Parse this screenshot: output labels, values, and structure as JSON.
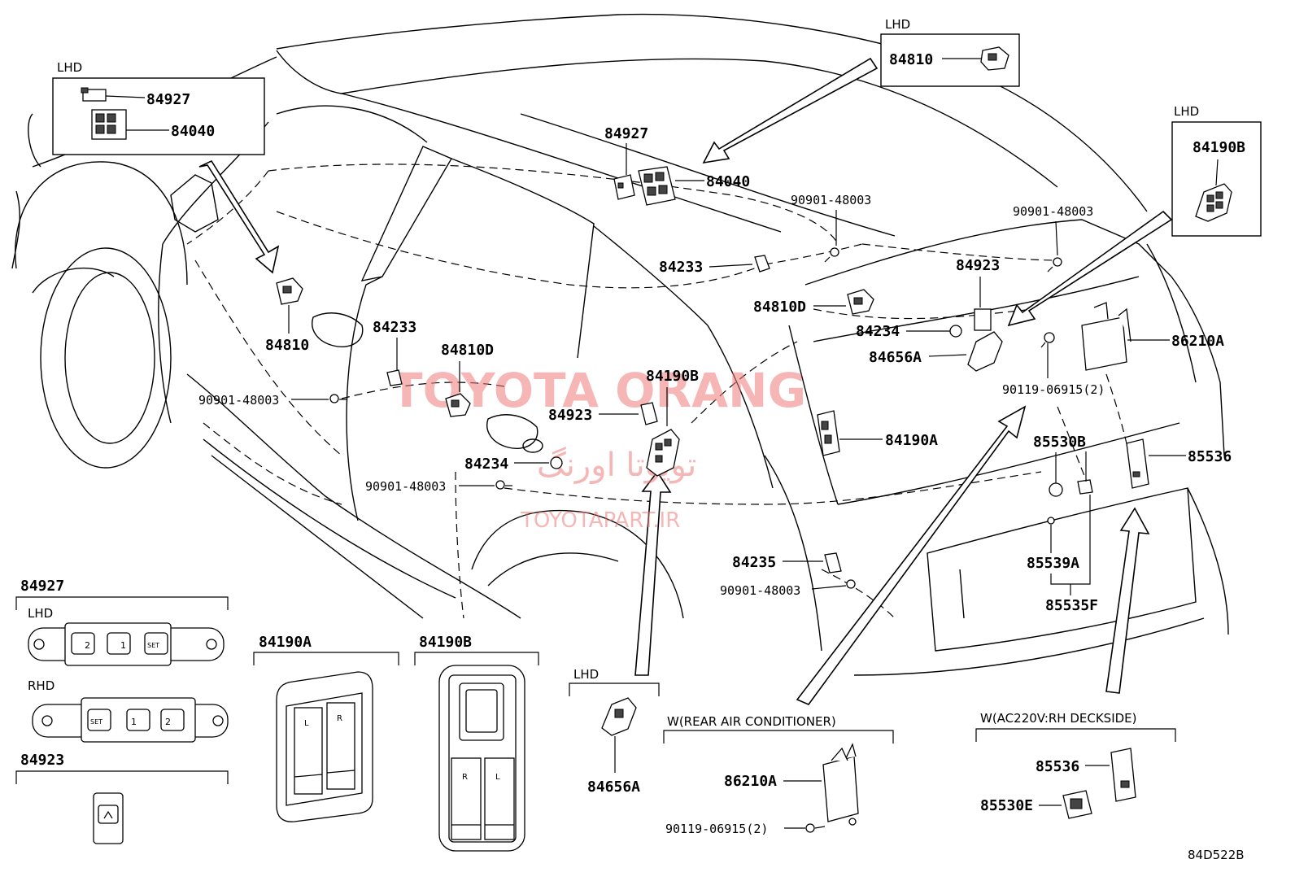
{
  "watermark": {
    "title": "TOYOTA ORANG",
    "persian": "تویوتا اورنگ",
    "site": "TOYOTAPART.IR"
  },
  "callouts": {
    "lhd_box_left": "LHD",
    "p84927_box": "84927",
    "p84040_box": "84040",
    "lhd_box_top": "LHD",
    "p84810_box": "84810",
    "lhd_box_right": "LHD",
    "p84190b_box": "84190B",
    "p84927_main": "84927",
    "p84040_main": "84040",
    "p90901_top": "90901-48003",
    "p90901_right": "90901-48003",
    "p84233_top": "84233",
    "p84923_right": "84923",
    "p84810d_right": "84810D",
    "p84234_right": "84234",
    "p84656a_right": "84656A",
    "p86210a_right": "86210A",
    "p90119_right": "90119-06915(2)",
    "p84810_left": "84810",
    "p84233_left": "84233",
    "p84810d_left": "84810D",
    "p84190b_mid": "84190B",
    "p90901_left": "90901-48003",
    "p84923_mid": "84923",
    "p84234_mid": "84234",
    "p90901_mid": "90901-48003",
    "p84190a_right": "84190A",
    "p85530b": "85530B",
    "p85536_right": "85536",
    "p85539a": "85539A",
    "p85535f": "85535F",
    "p84235": "84235",
    "p90901_bottom": "90901-48003"
  },
  "details": {
    "d84927": {
      "title": "84927",
      "lhd": "LHD",
      "rhd": "RHD",
      "btn_seat2": "2",
      "btn_seat1": "1",
      "btn_set": "SET"
    },
    "d84923": {
      "title": "84923"
    },
    "d84190a": {
      "title": "84190A",
      "left_label": "L",
      "right_label": "R"
    },
    "d84190b": {
      "title": "84190B",
      "left_label": "R",
      "right_label": "L"
    },
    "d84656a": {
      "lhd": "LHD",
      "part": "84656A"
    },
    "d_rear_ac": {
      "title": "W(REAR AIR CONDITIONER)",
      "part": "86210A",
      "bolt": "90119-06915(2)"
    },
    "d_ac220": {
      "title": "W(AC220V:RH DECKSIDE)",
      "part1": "85536",
      "part2": "85530E"
    }
  },
  "figure_code": "84D522B"
}
